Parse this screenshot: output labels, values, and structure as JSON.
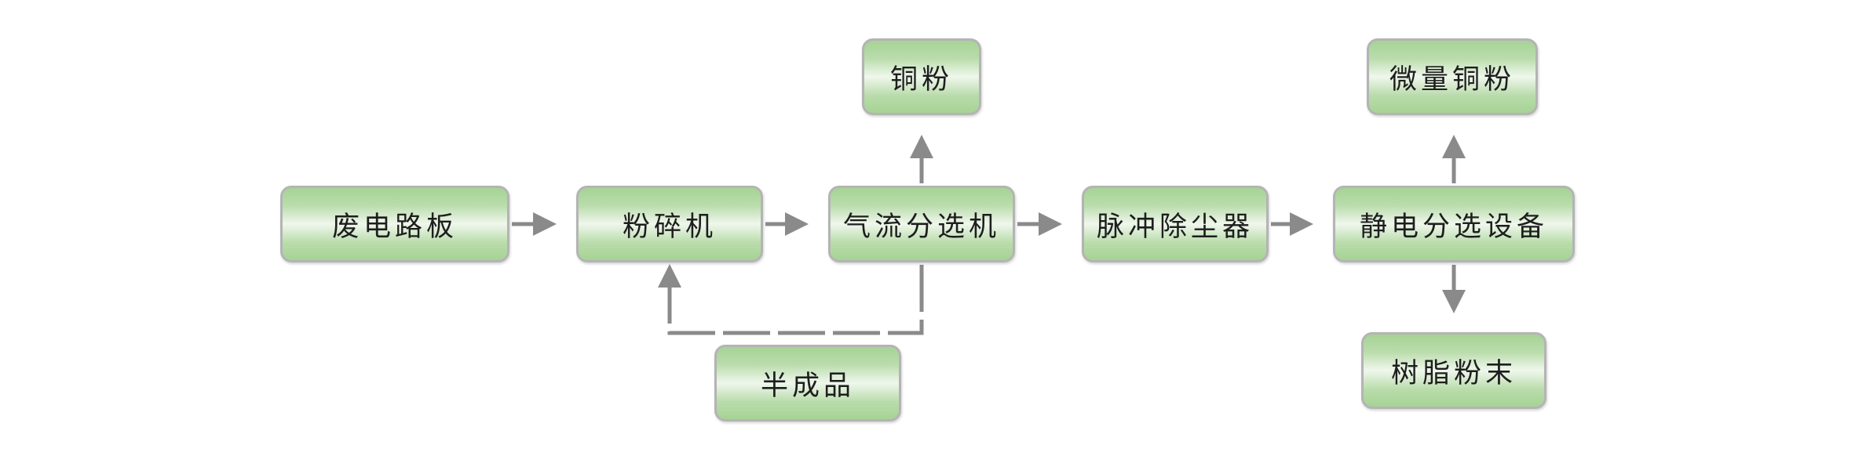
{
  "nodes": {
    "waste_pcb": "废电路板",
    "crusher": "粉碎机",
    "airflow_separator": "气流分选机",
    "pulse_dust_collector": "脉冲除尘器",
    "electrostatic_separator": "静电分选设备",
    "copper_powder": "铜粉",
    "semi_finished": "半成品",
    "trace_copper_powder": "微量铜粉",
    "resin_powder": "树脂粉末"
  },
  "colors": {
    "node_fill_outer": "#a6d395",
    "node_fill_center": "#eff7ec",
    "node_border": "#b4b4b4",
    "arrow": "#8a8a8a",
    "text": "#1e1e1e"
  }
}
